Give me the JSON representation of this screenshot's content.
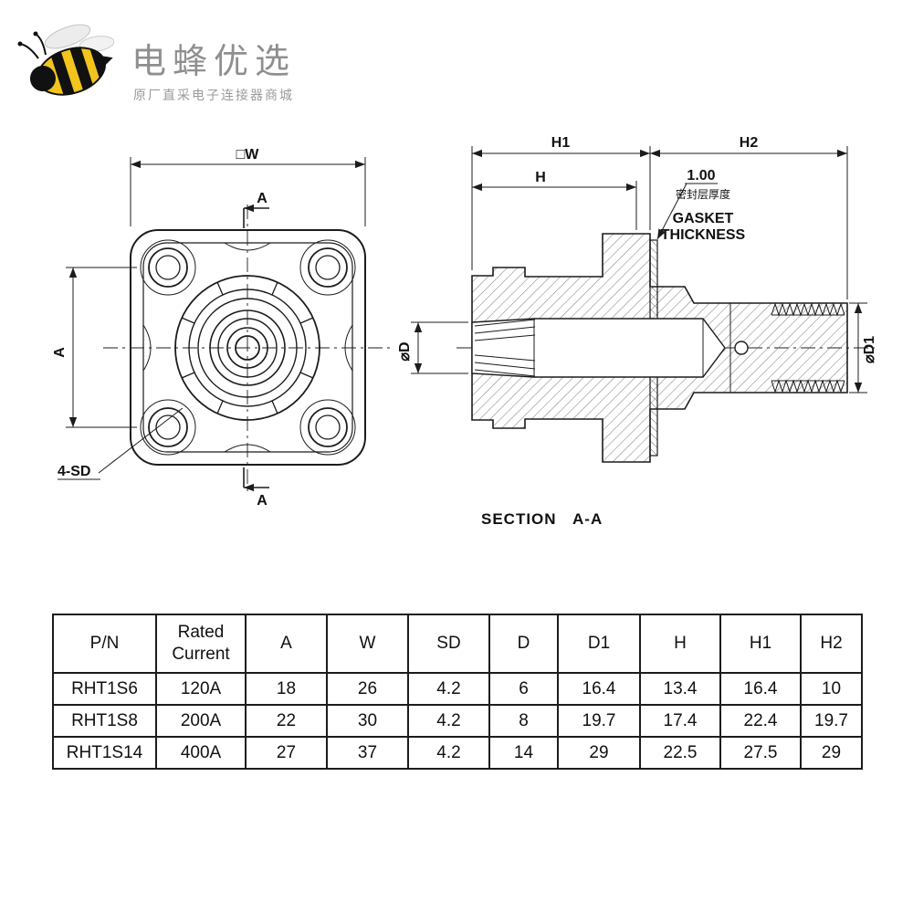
{
  "colors": {
    "line": "#1c1c1c",
    "bee_yellow": "#f2c41d",
    "brand_text": "#8f8f8f"
  },
  "header": {
    "logo_icon": "bee-icon",
    "brand": "电蜂优选",
    "tagline": "原厂直采电子连接器商城"
  },
  "front_view": {
    "dim_width": "□W",
    "dim_a": "A",
    "hole_callout": "4-SD",
    "section_mark_top": "A",
    "section_mark_bottom": "A"
  },
  "section_view": {
    "dim_h1": "H1",
    "dim_h2": "H2",
    "dim_h": "H",
    "gasket_value": "1.00",
    "gasket_label_cn": "密封层厚度",
    "gasket_label_line1": "GASKET",
    "gasket_label_line2": "THICKNESS",
    "dim_d": "⌀D",
    "dim_d1": "⌀D1",
    "caption_word": "SECTION",
    "caption_cut": "A-A"
  },
  "table": {
    "headers": {
      "pn": "P/N",
      "rated_line1": "Rated",
      "rated_line2": "Current",
      "a": "A",
      "w": "W",
      "sd": "SD",
      "d": "D",
      "d1": "D1",
      "h": "H",
      "h1": "H1",
      "h2": "H2"
    },
    "rows": [
      {
        "pn": "RHT1S6",
        "current": "120A",
        "a": "18",
        "w": "26",
        "sd": "4.2",
        "d": "6",
        "d1": "16.4",
        "h": "13.4",
        "h1": "16.4",
        "h2": "10"
      },
      {
        "pn": "RHT1S8",
        "current": "200A",
        "a": "22",
        "w": "30",
        "sd": "4.2",
        "d": "8",
        "d1": "19.7",
        "h": "17.4",
        "h1": "22.4",
        "h2": "19.7"
      },
      {
        "pn": "RHT1S14",
        "current": "400A",
        "a": "27",
        "w": "37",
        "sd": "4.2",
        "d": "14",
        "d1": "29",
        "h": "22.5",
        "h1": "27.5",
        "h2": "29"
      }
    ]
  }
}
